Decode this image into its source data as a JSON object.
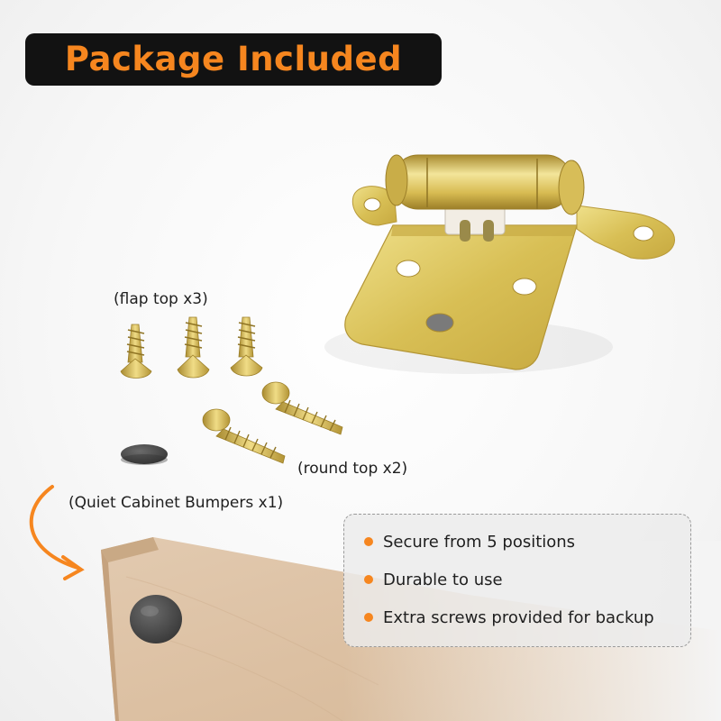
{
  "header": {
    "title": "Package Included"
  },
  "parts": {
    "flap_screws_label": "(flap top x3)",
    "round_screws_label": "(round top x2)",
    "bumper_label": "(Quiet Cabinet Bumpers x1)"
  },
  "features": [
    {
      "text": "Secure from 5 positions"
    },
    {
      "text": "Durable to use"
    },
    {
      "text": "Extra screws provided for backup"
    }
  ],
  "colors": {
    "accent": "#f6861f",
    "title_bg": "#121212",
    "brass": "#d4b84a",
    "wood": "#dcc3a6",
    "bumper": "#4e4e4e"
  }
}
